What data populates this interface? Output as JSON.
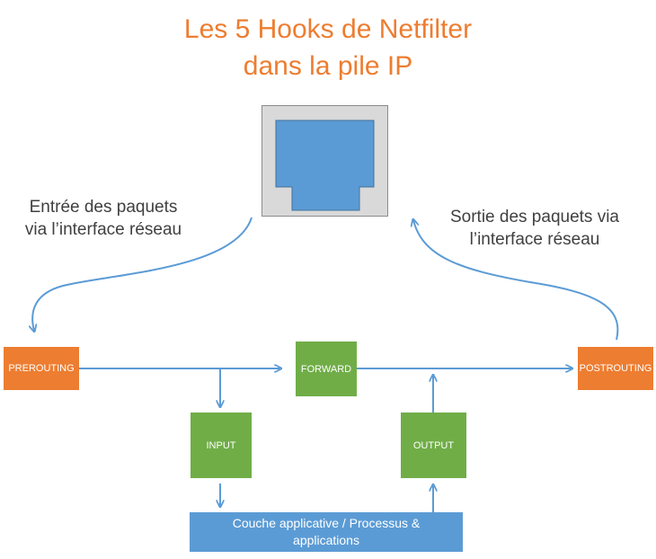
{
  "title": {
    "line1": "Les 5 Hooks de Netfilter",
    "line2": "dans la pile IP"
  },
  "captions": {
    "entry_line1": "Entrée des paquets",
    "entry_line2": "via l’interface réseau",
    "exit_line1": "Sortie des paquets via",
    "exit_line2": "l’interface réseau"
  },
  "hooks": {
    "prerouting": "PREROUTING",
    "forward": "FORWARD",
    "postrouting": "POSTROUTING",
    "input": "INPUT",
    "output": "OUTPUT"
  },
  "app_layer": "Couche applicative / Processus & applications",
  "colors": {
    "title": "#ed7d31",
    "hook_edge": "#ed7d31",
    "hook_local": "#70ad47",
    "app_layer": "#5b9bd5",
    "arrows": "#5b9bd5",
    "nic_frame": "#d9d9d9"
  },
  "icons": {
    "network_interface": "ethernet-port-icon"
  }
}
